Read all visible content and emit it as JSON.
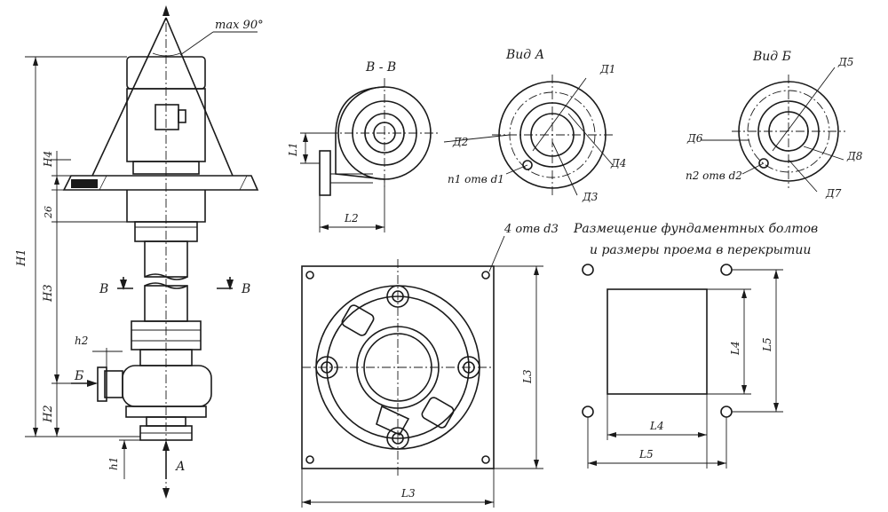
{
  "labels": {
    "max_angle": "max 90°",
    "section_bb": "В - В",
    "view_a": "Вид А",
    "view_b": "Вид Б",
    "H1": "H1",
    "H2": "H2",
    "H3": "H3",
    "H4": "H4",
    "dim_26": "26",
    "h1": "h1",
    "h2": "h2",
    "B_left": "В",
    "B_right": "В",
    "arrow_B_side": "Б",
    "arrow_A": "А",
    "L1": "L1",
    "L2": "L2",
    "L3_vertical": "L3",
    "L3_horizontal": "L3",
    "L4_vertical": "L4",
    "L4_horizontal": "L4",
    "L5_vertical": "L5",
    "L5_horizontal": "L5",
    "D1": "Д1",
    "D2": "Д2",
    "D3": "Д3",
    "D4": "Д4",
    "D5": "Д5",
    "D6": "Д6",
    "D7": "Д7",
    "D8": "Д8",
    "n1_holes": "n1 отв d1",
    "n2_holes": "n2 отв d2",
    "four_holes": "4 отв d3",
    "placement_line1": "Размещение фундаментных болтов",
    "placement_line2": "и размеры проема в перекрытии"
  }
}
